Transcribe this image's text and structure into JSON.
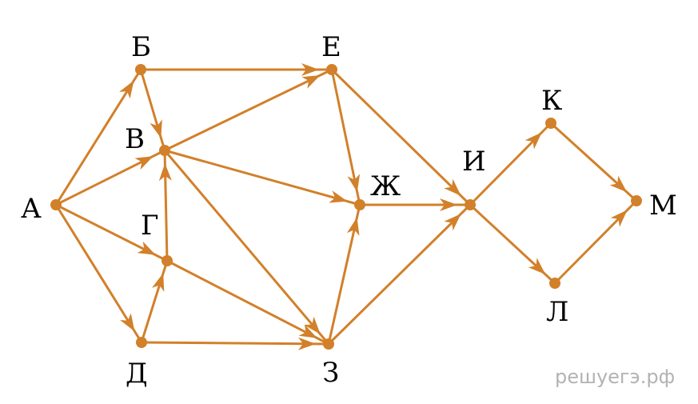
{
  "colors": {
    "edge": "#d2802a",
    "node": "#d2802a",
    "label": "#000000",
    "watermark": "#b3b3b3"
  },
  "nodes": {
    "А": "А",
    "Б": "Б",
    "В": "В",
    "Г": "Г",
    "Д": "Д",
    "Е": "Е",
    "Ж": "Ж",
    "З": "З",
    "И": "И",
    "К": "К",
    "Л": "Л",
    "М": "М"
  },
  "edges": [
    [
      "А",
      "Б"
    ],
    [
      "А",
      "В"
    ],
    [
      "А",
      "Г"
    ],
    [
      "А",
      "Д"
    ],
    [
      "Б",
      "В"
    ],
    [
      "Б",
      "Е"
    ],
    [
      "Г",
      "В"
    ],
    [
      "Д",
      "Г"
    ],
    [
      "В",
      "Е"
    ],
    [
      "В",
      "Ж"
    ],
    [
      "В",
      "З"
    ],
    [
      "Г",
      "З"
    ],
    [
      "Д",
      "З"
    ],
    [
      "Е",
      "Ж"
    ],
    [
      "Е",
      "И"
    ],
    [
      "З",
      "Ж"
    ],
    [
      "З",
      "И"
    ],
    [
      "Ж",
      "И"
    ],
    [
      "И",
      "К"
    ],
    [
      "И",
      "Л"
    ],
    [
      "К",
      "М"
    ],
    [
      "Л",
      "М"
    ]
  ],
  "watermark": "решуегэ.рф"
}
